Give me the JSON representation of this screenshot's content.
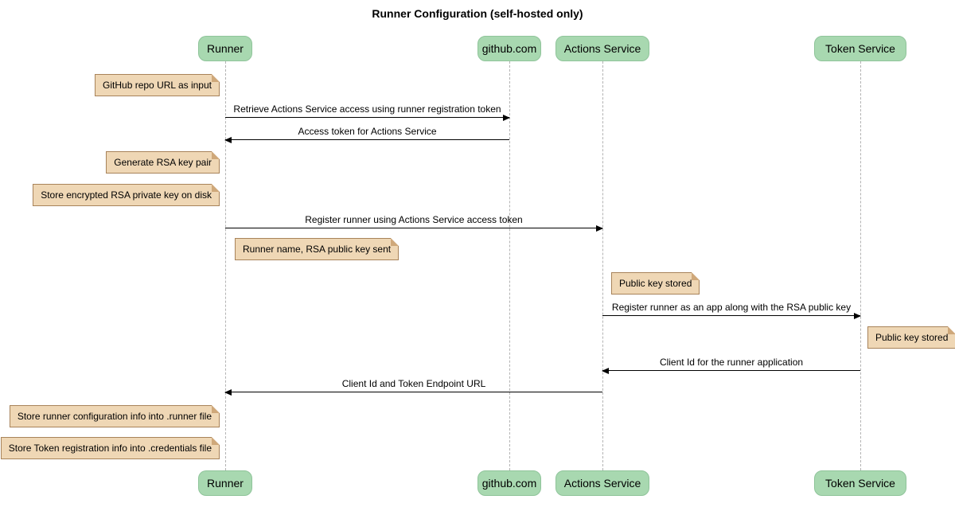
{
  "title": "Runner Configuration (self-hosted only)",
  "colors": {
    "participant_fill": "#a8d8b0",
    "participant_border": "#8fc49a",
    "note_fill": "#efd7b5",
    "note_border": "#a8835a",
    "lifeline": "#b3b3b3",
    "arrow": "#000000",
    "text": "#000000"
  },
  "participants": [
    {
      "label": "Runner"
    },
    {
      "label": "github.com"
    },
    {
      "label": "Actions Service"
    },
    {
      "label": "Token Service"
    }
  ],
  "messages": [
    {
      "text": "Retrieve Actions Service access using runner registration token",
      "from": "Runner",
      "to": "github.com"
    },
    {
      "text": "Access token for Actions Service",
      "from": "github.com",
      "to": "Runner"
    },
    {
      "text": "Register runner using Actions Service access token",
      "from": "Runner",
      "to": "Actions Service"
    },
    {
      "text": "Register runner as an app along with the RSA public key",
      "from": "Actions Service",
      "to": "Token Service"
    },
    {
      "text": "Client Id for the runner application",
      "from": "Token Service",
      "to": "Actions Service"
    },
    {
      "text": "Client Id and Token Endpoint URL",
      "from": "Actions Service",
      "to": "Runner"
    }
  ],
  "notes": [
    {
      "text": "GitHub repo URL as input",
      "anchor": "Runner",
      "side": "left"
    },
    {
      "text": "Generate RSA key pair",
      "anchor": "Runner",
      "side": "left"
    },
    {
      "text": "Store encrypted RSA private key on disk",
      "anchor": "Runner",
      "side": "left"
    },
    {
      "text": "Runner name, RSA public key sent",
      "anchor": "Runner",
      "side": "right"
    },
    {
      "text": "Public key stored",
      "anchor": "Actions Service",
      "side": "right"
    },
    {
      "text": "Public key stored",
      "anchor": "Token Service",
      "side": "right"
    },
    {
      "text": "Store runner configuration info into .runner file",
      "anchor": "Runner",
      "side": "left"
    },
    {
      "text": "Store Token registration info into .credentials file",
      "anchor": "Runner",
      "side": "left"
    }
  ]
}
